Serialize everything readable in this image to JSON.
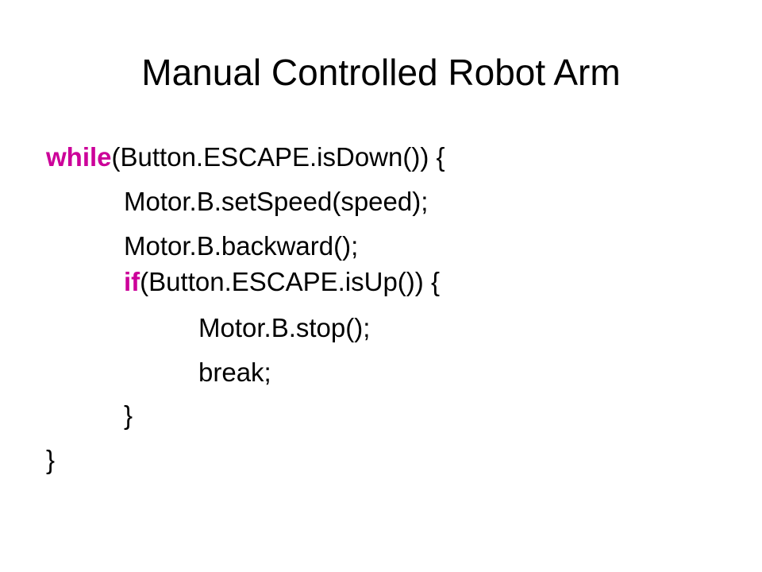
{
  "slide": {
    "title": "Manual Controlled Robot Arm",
    "keyword_color": "#cc0099",
    "code": {
      "line1": {
        "keyword": "while",
        "rest": "(Button.ESCAPE.isDown()) {"
      },
      "line2": "Motor.B.setSpeed(speed);",
      "line3": "Motor.B.backward();",
      "line4": {
        "keyword": "if",
        "rest": "(Button.ESCAPE.isUp()) {"
      },
      "line5": "Motor.B.stop();",
      "line6": "break;",
      "line7": "}",
      "line8": "}"
    }
  }
}
